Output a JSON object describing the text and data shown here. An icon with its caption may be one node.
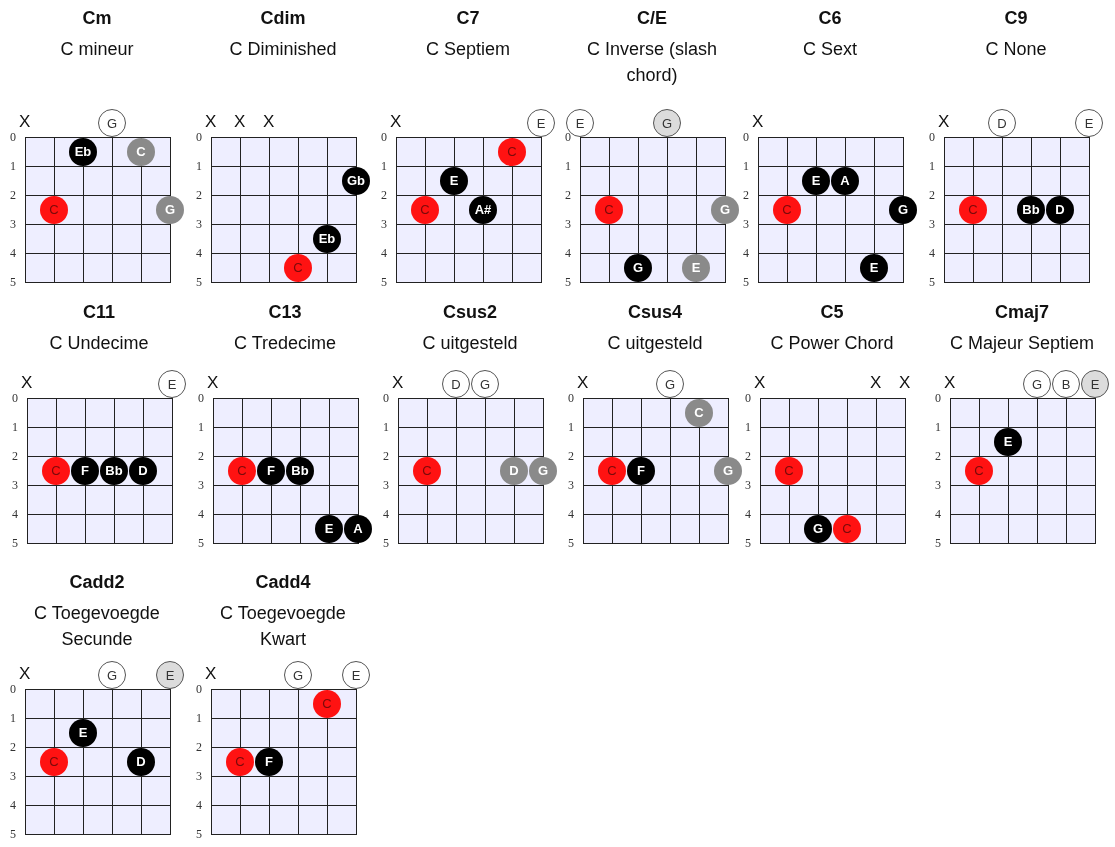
{
  "diagram": {
    "nodes": [
      {
        "text": [
          "Cm",
          "C mineur"
        ]
      },
      {
        "text": [
          "G"
        ],
        "in": 0
      },
      {
        "text": [
          "Eb"
        ],
        "in": 0
      },
      {
        "text": [
          "C"
        ],
        "in": 0
      },
      {
        "text": [
          "C"
        ],
        "in": 0
      },
      {
        "text": [
          "G"
        ],
        "in": 0
      },
      {
        "text": [
          "Cdim",
          "C Diminished"
        ]
      },
      {
        "text": [
          "Gb"
        ],
        "in": 6
      },
      {
        "text": [
          "Eb"
        ],
        "in": 6
      },
      {
        "text": [
          "C"
        ],
        "in": 6
      },
      {
        "text": [
          "C7",
          "C Septiem"
        ]
      },
      {
        "text": [
          "E"
        ],
        "in": 10
      },
      {
        "text": [
          "C"
        ],
        "in": 10
      },
      {
        "text": [
          "E"
        ],
        "in": 10
      },
      {
        "text": [
          "C"
        ],
        "in": 10
      },
      {
        "text": [
          "A#"
        ],
        "in": 10
      },
      {
        "text": [
          "C/E",
          "C Inverse (slash chord)"
        ]
      },
      {
        "text": [
          "E"
        ],
        "in": 16
      },
      {
        "text": [
          "G"
        ],
        "in": 16
      },
      {
        "text": [
          "C"
        ],
        "in": 16
      },
      {
        "text": [
          "G"
        ],
        "in": 16
      },
      {
        "text": [
          "G"
        ],
        "in": 16
      },
      {
        "text": [
          "E"
        ],
        "in": 16
      },
      {
        "text": [
          "C6",
          "C Sext"
        ]
      },
      {
        "text": [
          "E"
        ],
        "in": 23
      },
      {
        "text": [
          "A"
        ],
        "in": 23
      },
      {
        "text": [
          "C"
        ],
        "in": 23
      },
      {
        "text": [
          "G"
        ],
        "in": 23
      },
      {
        "text": [
          "E"
        ],
        "in": 23
      },
      {
        "text": [
          "C9",
          "C None"
        ]
      },
      {
        "text": [
          "D"
        ],
        "in": 29
      },
      {
        "text": [
          "E"
        ],
        "in": 29
      },
      {
        "text": [
          "C"
        ],
        "in": 29
      },
      {
        "text": [
          "Bb"
        ],
        "in": 29
      },
      {
        "text": [
          "D"
        ],
        "in": 29
      },
      {
        "text": [
          "C11",
          "C Undecime"
        ]
      },
      {
        "text": [
          "E"
        ],
        "in": 35
      },
      {
        "text": [
          "C"
        ],
        "in": 35
      },
      {
        "text": [
          "F"
        ],
        "in": 35
      },
      {
        "text": [
          "Bb"
        ],
        "in": 35
      },
      {
        "text": [
          "D"
        ],
        "in": 35
      },
      {
        "text": [
          "C13",
          "C Tredecime"
        ]
      },
      {
        "text": [
          "C"
        ],
        "in": 41
      },
      {
        "text": [
          "F"
        ],
        "in": 41
      },
      {
        "text": [
          "Bb"
        ],
        "in": 41
      },
      {
        "text": [
          "E"
        ],
        "in": 41
      },
      {
        "text": [
          "A"
        ],
        "in": 41
      },
      {
        "text": [
          "Csus2",
          "C uitgesteld"
        ]
      },
      {
        "text": [
          "D"
        ],
        "in": 47
      },
      {
        "text": [
          "G"
        ],
        "in": 47
      },
      {
        "text": [
          "C"
        ],
        "in": 47
      },
      {
        "text": [
          "D"
        ],
        "in": 47
      },
      {
        "text": [
          "G"
        ],
        "in": 47
      },
      {
        "text": [
          "Csus4",
          "C uitgesteld"
        ]
      },
      {
        "text": [
          "G"
        ],
        "in": 53
      },
      {
        "text": [
          "C"
        ],
        "in": 53
      },
      {
        "text": [
          "C"
        ],
        "in": 53
      },
      {
        "text": [
          "F"
        ],
        "in": 53
      },
      {
        "text": [
          "G"
        ],
        "in": 53
      },
      {
        "text": [
          "C5",
          "C Power Chord"
        ]
      },
      {
        "text": [
          "C"
        ],
        "in": 59
      },
      {
        "text": [
          "G"
        ],
        "in": 59
      },
      {
        "text": [
          "C"
        ],
        "in": 59
      },
      {
        "text": [
          "Cmaj7",
          "C Majeur Septiem"
        ]
      },
      {
        "text": [
          "G"
        ],
        "in": 63
      },
      {
        "text": [
          "B"
        ],
        "in": 63
      },
      {
        "text": [
          "E"
        ],
        "in": 63
      },
      {
        "text": [
          "E"
        ],
        "in": 63
      },
      {
        "text": [
          "C"
        ],
        "in": 63
      },
      {
        "text": [
          "Cadd2",
          "C Toegevoegde Secunde"
        ]
      },
      {
        "text": [
          "G"
        ],
        "in": 69
      },
      {
        "text": [
          "E"
        ],
        "in": 69
      },
      {
        "text": [
          "E"
        ],
        "in": 69
      },
      {
        "text": [
          "C"
        ],
        "in": 69
      },
      {
        "text": [
          "D"
        ],
        "in": 69
      },
      {
        "text": [
          "Cadd4",
          "C Toegevoegde Kwart"
        ]
      },
      {
        "text": [
          "G"
        ],
        "in": 75
      },
      {
        "text": [
          "E"
        ],
        "in": 75
      },
      {
        "text": [
          "C"
        ],
        "in": 75
      },
      {
        "text": [
          "C"
        ],
        "in": 75
      },
      {
        "text": [
          "F"
        ],
        "in": 75
      }
    ],
    "labels": [
      "X",
      "0",
      "1",
      "2",
      "3",
      "4",
      "5",
      "X",
      "X",
      "X",
      "0",
      "1",
      "2",
      "3",
      "4",
      "5",
      "X",
      "0",
      "1",
      "2",
      "3",
      "4",
      "5",
      "0",
      "1",
      "2",
      "3",
      "4",
      "5",
      "X",
      "0",
      "1",
      "2",
      "3",
      "4",
      "5",
      "X",
      "0",
      "1",
      "2",
      "3",
      "4",
      "5",
      "X",
      "0",
      "1",
      "2",
      "3",
      "4",
      "5",
      "X",
      "0",
      "1",
      "2",
      "3",
      "4",
      "5",
      "X",
      "0",
      "1",
      "2",
      "3",
      "4",
      "5",
      "X",
      "0",
      "1",
      "2",
      "3",
      "4",
      "5",
      "X",
      "X",
      "X",
      "0",
      "1",
      "2",
      "3",
      "4",
      "5",
      "X",
      "0",
      "1",
      "2",
      "3",
      "4",
      "5",
      "X",
      "0",
      "1",
      "2",
      "3",
      "4",
      "5",
      "X",
      "0",
      "1",
      "2",
      "3",
      "4",
      "5"
    ]
  }
}
